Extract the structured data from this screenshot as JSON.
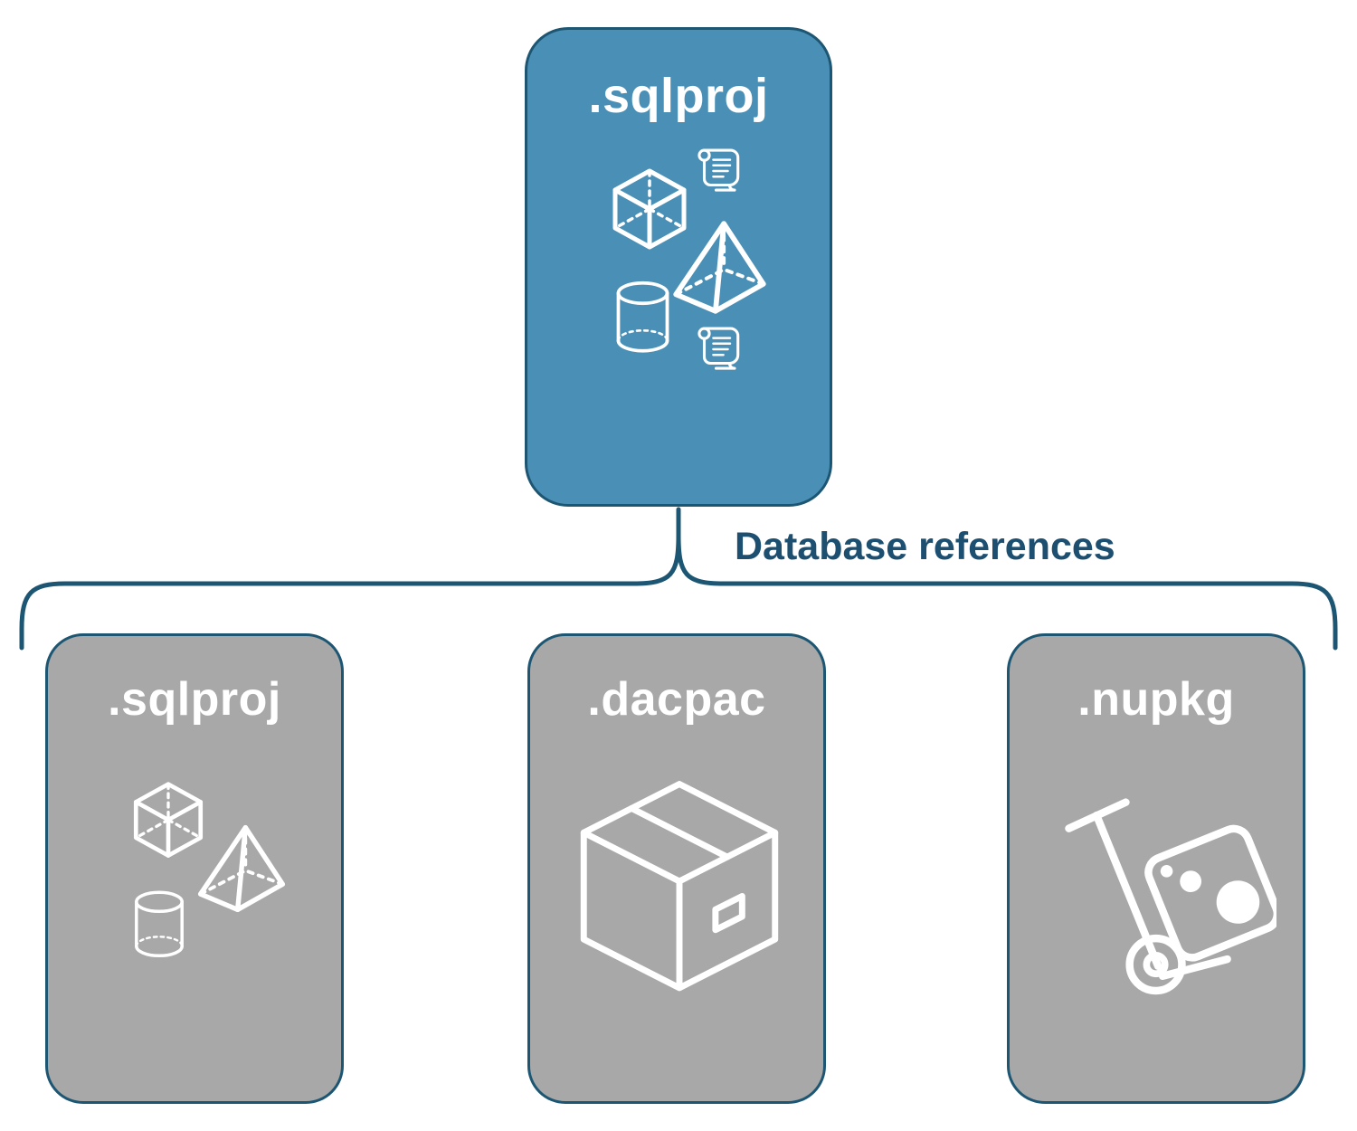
{
  "diagram": {
    "root_card": {
      "label": ".sqlproj"
    },
    "connector_label": "Database references",
    "child_cards": [
      {
        "label": ".sqlproj"
      },
      {
        "label": ".dacpac"
      },
      {
        "label": ".nupkg"
      }
    ],
    "icons": {
      "root_card": [
        "cube-3d",
        "sql-script-scroll",
        "pyramid-3d",
        "database-cylinder",
        "sql-script-scroll"
      ],
      "sqlproj_card": [
        "cube-3d",
        "pyramid-3d",
        "database-cylinder"
      ],
      "dacpac_card": [
        "package-box"
      ],
      "nupkg_card": [
        "hand-truck-nuget-package"
      ]
    },
    "colors": {
      "root_card_fill": "#4a8fb5",
      "card_border": "#1d5673",
      "child_card_fill": "#a8a8a8",
      "connector_stroke": "#1d5673",
      "connector_label_color": "#1d4f70",
      "icon_color": "#ffffff",
      "card_text_color": "#ffffff"
    }
  }
}
